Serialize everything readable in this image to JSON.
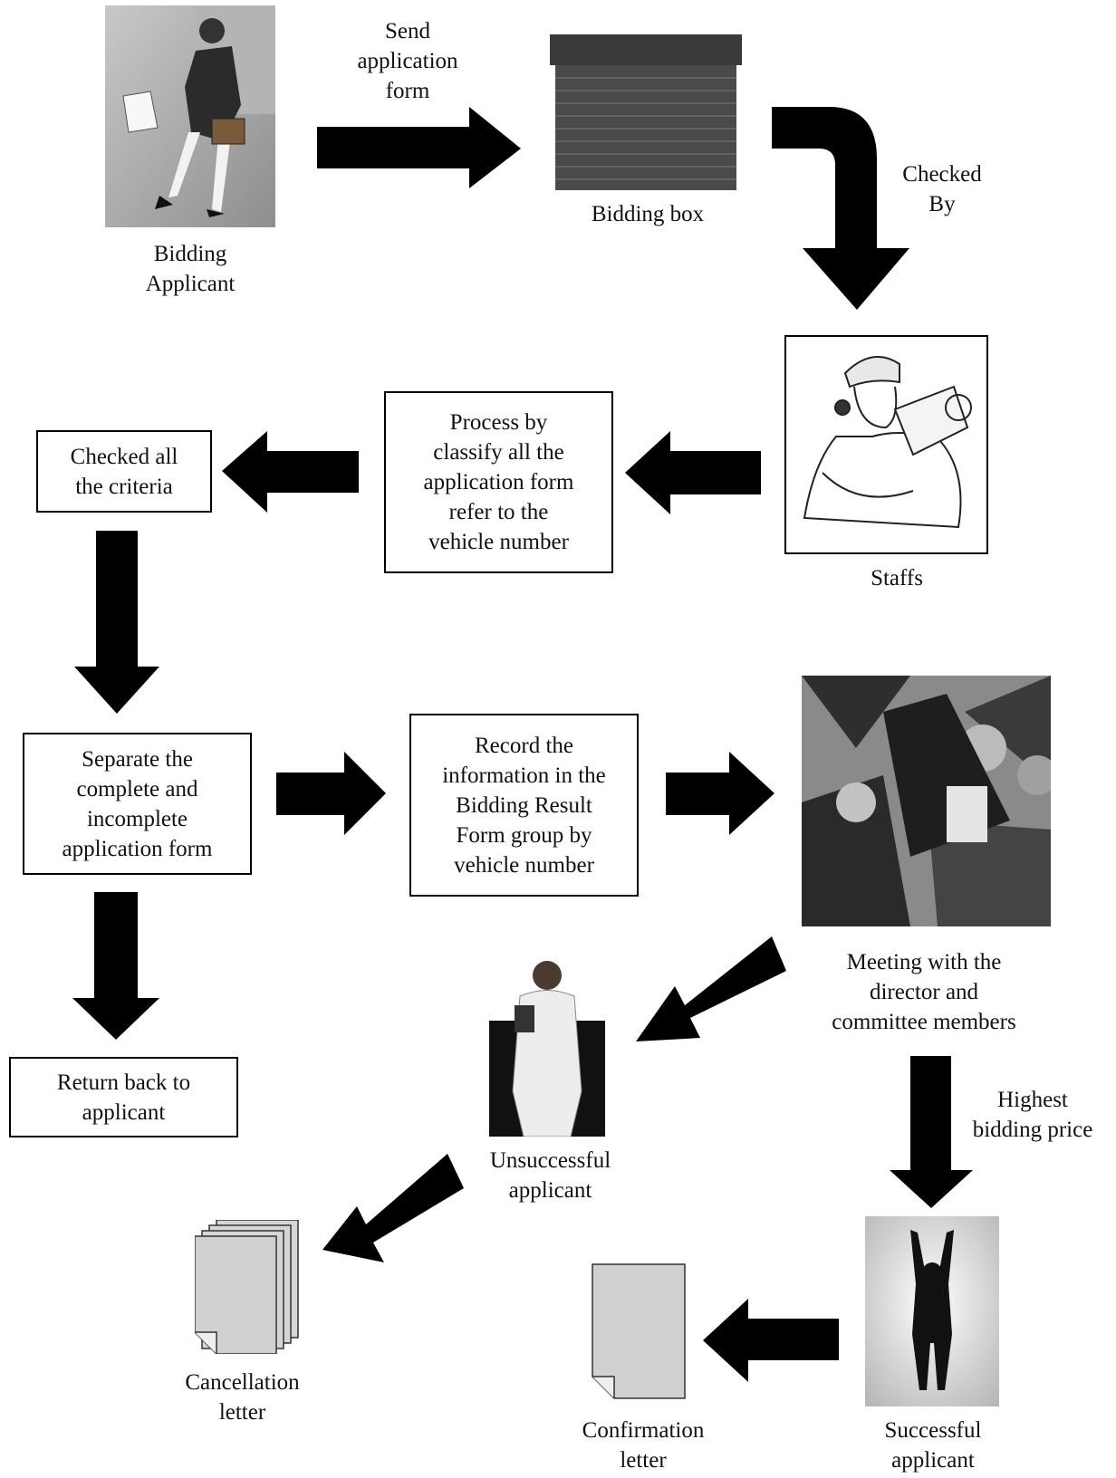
{
  "labels": {
    "send_form": [
      "Send",
      "application",
      "form"
    ],
    "bidding_box": "Bidding box",
    "bidding_applicant": [
      "Bidding",
      "Applicant"
    ],
    "checked_by": [
      "Checked",
      "By"
    ],
    "staffs": "Staffs",
    "meeting": [
      "Meeting with the",
      "director and",
      "committee members"
    ],
    "highest": [
      "Highest",
      "bidding price"
    ],
    "unsuccessful": [
      "Unsuccessful",
      "applicant"
    ],
    "successful": [
      "Successful",
      "applicant"
    ],
    "cancellation": [
      "Cancellation",
      "letter"
    ],
    "confirmation": [
      "Confirmation",
      "letter"
    ]
  },
  "boxes": {
    "process": [
      "Process by",
      "classify all the",
      "application form",
      "refer to the",
      "vehicle number"
    ],
    "checked_criteria": [
      "Checked all",
      "the criteria"
    ],
    "separate": [
      "Separate the",
      "complete and",
      "incomplete",
      "application form"
    ],
    "record": [
      "Record the",
      "information in the",
      "Bidding Result",
      "Form group by",
      "vehicle number"
    ],
    "return": [
      "Return back to",
      "applicant"
    ]
  },
  "colors": {
    "arrow": "#000000",
    "picture_gray": "#9a9a9a"
  }
}
